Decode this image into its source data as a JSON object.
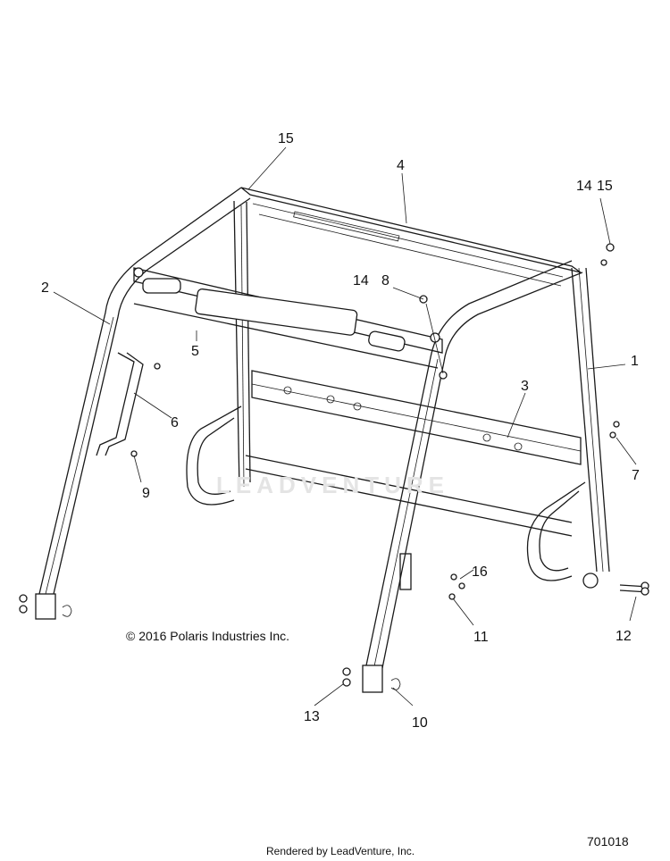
{
  "callouts": [
    {
      "id": "1",
      "text": "1"
    },
    {
      "id": "2",
      "text": "2"
    },
    {
      "id": "3",
      "text": "3"
    },
    {
      "id": "4",
      "text": "4"
    },
    {
      "id": "5",
      "text": "5"
    },
    {
      "id": "6",
      "text": "6"
    },
    {
      "id": "7",
      "text": "7"
    },
    {
      "id": "8",
      "text": "8"
    },
    {
      "id": "9",
      "text": "9"
    },
    {
      "id": "10",
      "text": "10"
    },
    {
      "id": "11",
      "text": "11"
    },
    {
      "id": "12",
      "text": "12"
    },
    {
      "id": "13",
      "text": "13"
    },
    {
      "id": "14a",
      "text": "14"
    },
    {
      "id": "14b",
      "text": "14"
    },
    {
      "id": "15a",
      "text": "15"
    },
    {
      "id": "15b",
      "text": "15"
    },
    {
      "id": "16",
      "text": "16"
    }
  ],
  "copyright": "© 2016 Polaris Industries Inc.",
  "footer": "Rendered by LeadVenture, Inc.",
  "drawing_number": "701018",
  "watermark": "LEADVENTURE"
}
